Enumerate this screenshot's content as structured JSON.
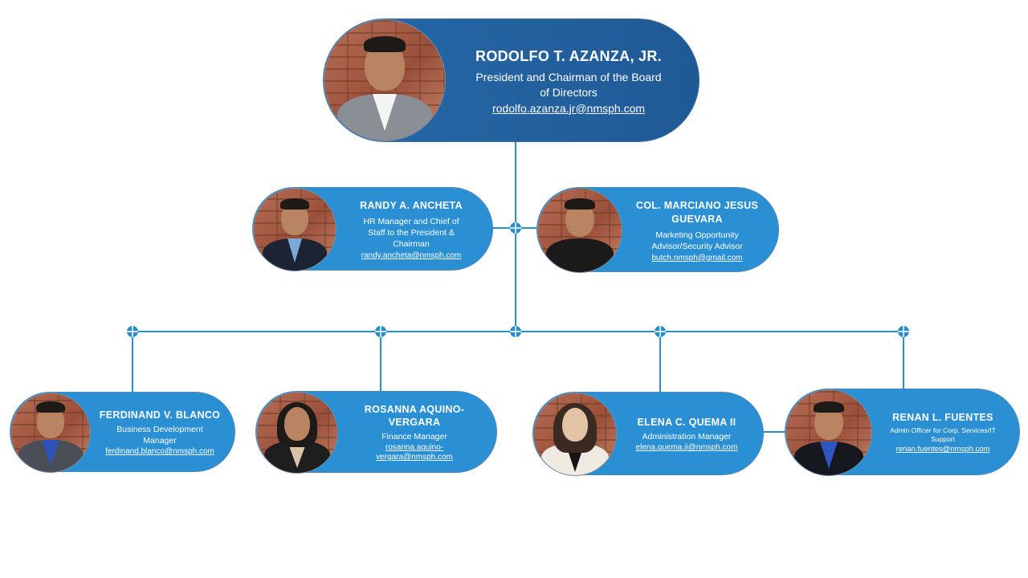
{
  "colors": {
    "ceo_card": "#1f5a96",
    "member_card": "#2b8fd4",
    "connector": "#2a8fc4",
    "text": "#ffffff"
  },
  "president": {
    "name": "RODOLFO T. AZANZA, JR.",
    "title_line1": "President and Chairman of the Board",
    "title_line2": "of Directors",
    "email": "rodolfo.azanza.jr@nmsph.com"
  },
  "advisors": [
    {
      "name": "RANDY A. ANCHETA",
      "title_lines": [
        "HR Manager and Chief of",
        "Staff to the President &",
        "Chairman"
      ],
      "email": "randy.ancheta@nmsph.com"
    },
    {
      "name_lines": [
        "COL. MARCIANO JESUS",
        "GUEVARA"
      ],
      "title_lines": [
        "Marketing Opportunity",
        "Advisor/Security Advisor"
      ],
      "email": "butch.nmsph@gmail.com"
    }
  ],
  "managers": [
    {
      "name": "FERDINAND V. BLANCO",
      "title_lines": [
        "Business Development",
        "Manager"
      ],
      "email": "ferdinand.blanco@nmsph.com"
    },
    {
      "name_lines": [
        "ROSANNA AQUINO-",
        "VERGARA"
      ],
      "title_lines": [
        "Finance Manager"
      ],
      "email_lines": [
        "rosanna.aquino-",
        "vergara@nmsph.com"
      ]
    },
    {
      "name": "ELENA C. QUEMA II",
      "title_lines": [
        "Administration Manager"
      ],
      "email": "elena.quema.ii@nmsph.com"
    },
    {
      "name": "RENAN L. FUENTES",
      "title_lines": [
        "Admin Officer for Corp. Services/IT",
        "Support"
      ],
      "email": "renan.fuentes@nmsph.com"
    }
  ]
}
